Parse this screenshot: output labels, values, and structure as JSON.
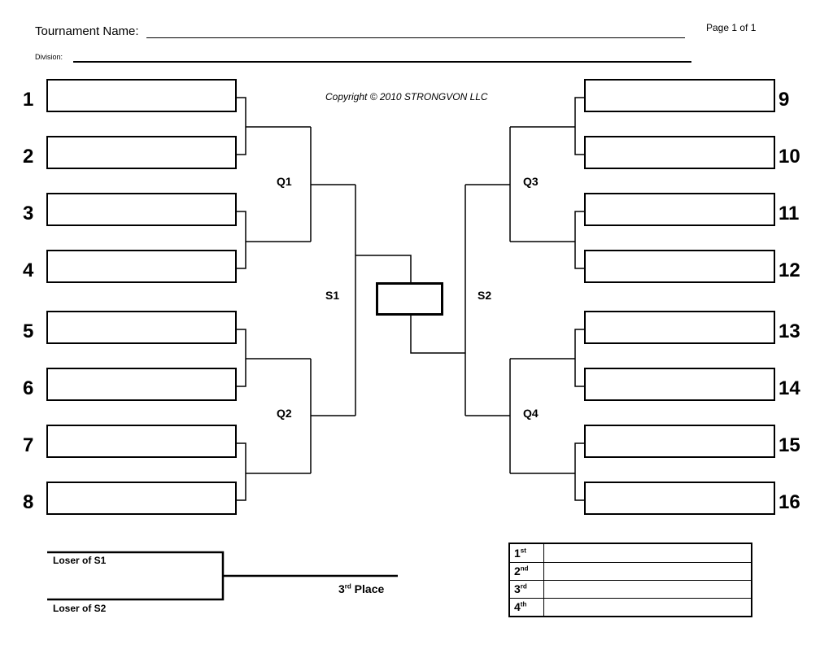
{
  "header": {
    "tournament_label": "Tournament Name:",
    "division_label": "Division:",
    "page_label": "Page 1 of 1",
    "copyright": "Copyright © 2010 STRONGVON LLC"
  },
  "left_seeds": [
    "1",
    "2",
    "3",
    "4",
    "5",
    "6",
    "7",
    "8"
  ],
  "right_seeds": [
    "9",
    "10",
    "11",
    "12",
    "13",
    "14",
    "15",
    "16"
  ],
  "rounds": {
    "q1": "Q1",
    "q2": "Q2",
    "q3": "Q3",
    "q4": "Q4",
    "s1": "S1",
    "s2": "S2"
  },
  "third_place": {
    "loser_s1": "Loser of S1",
    "loser_s2": "Loser of S2",
    "label_main": "3",
    "label_sup": "rd",
    "label_tail": " Place"
  },
  "placings": [
    {
      "num": "1",
      "suffix": "st"
    },
    {
      "num": "2",
      "suffix": "nd"
    },
    {
      "num": "3",
      "suffix": "rd"
    },
    {
      "num": "4",
      "suffix": "th"
    }
  ]
}
